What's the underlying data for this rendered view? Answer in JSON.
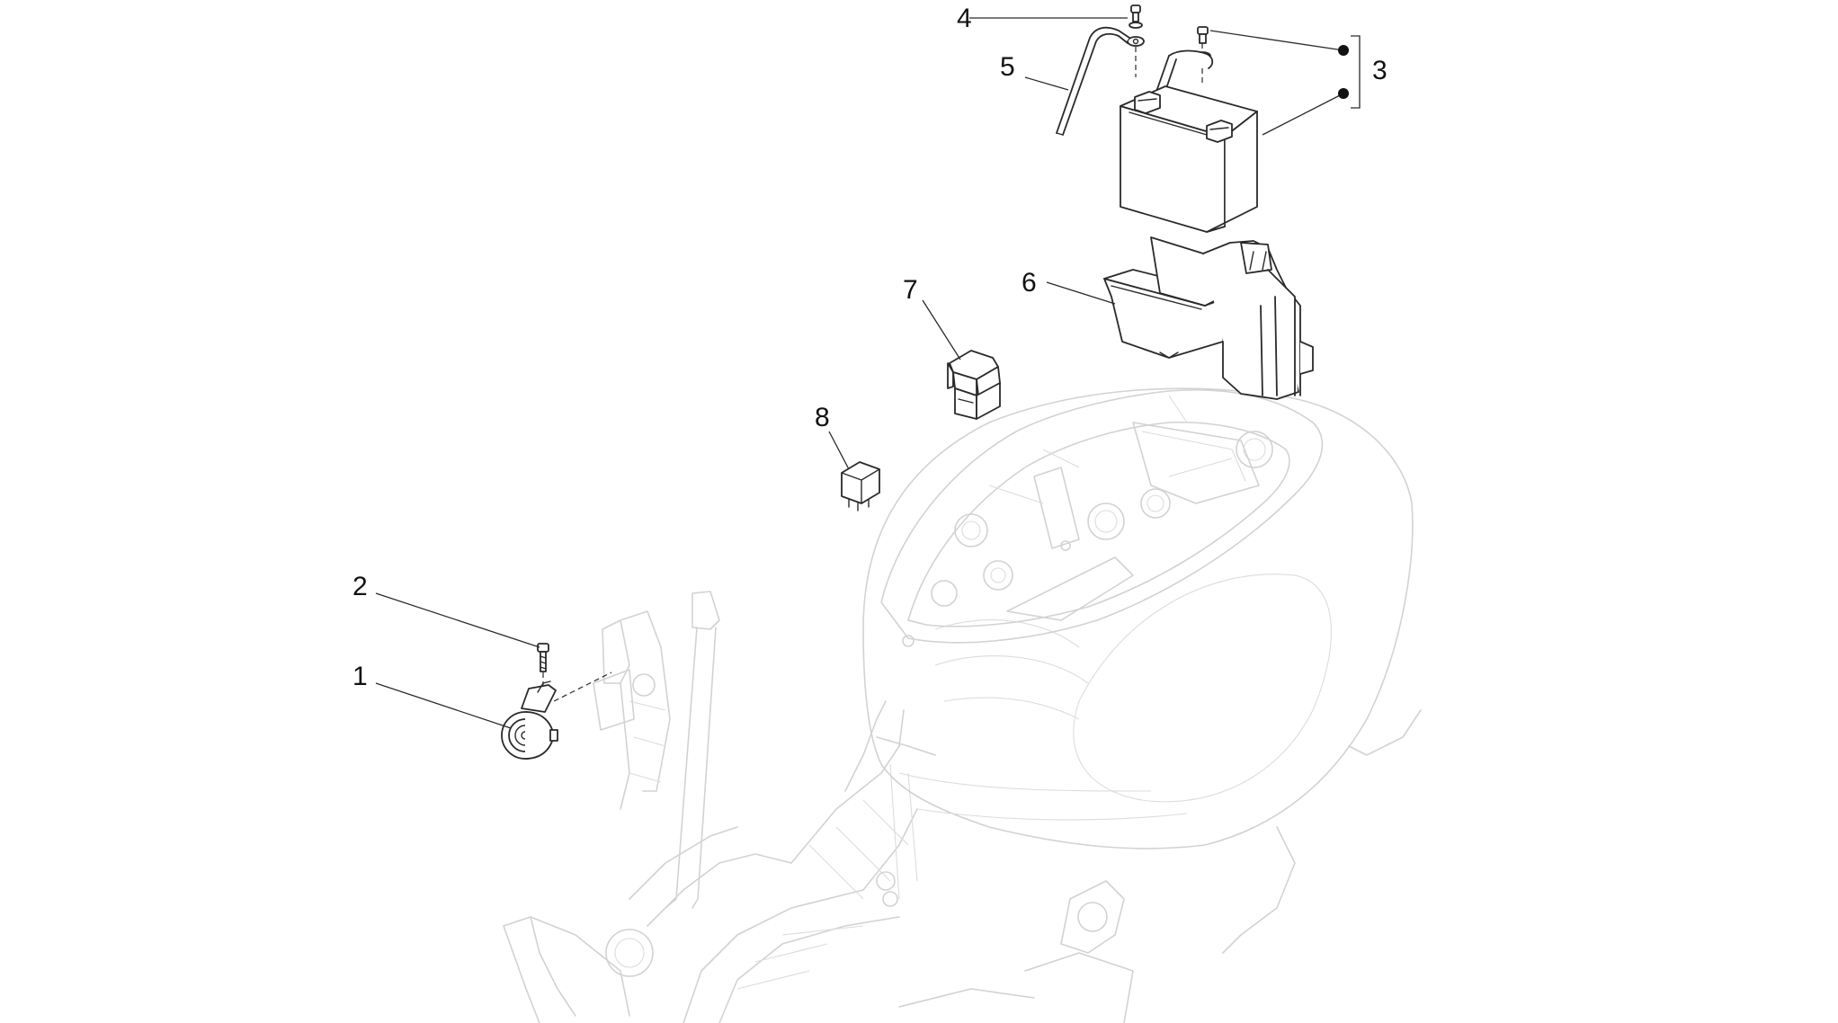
{
  "diagram": {
    "callouts": [
      {
        "id": "c1",
        "label": "1"
      },
      {
        "id": "c2",
        "label": "2"
      },
      {
        "id": "c3",
        "label": "3"
      },
      {
        "id": "c4",
        "label": "4"
      },
      {
        "id": "c5",
        "label": "5"
      },
      {
        "id": "c6",
        "label": "6"
      },
      {
        "id": "c7",
        "label": "7"
      },
      {
        "id": "c8",
        "label": "8"
      }
    ]
  },
  "colors": {
    "background": "#ffffff",
    "part_stroke": "#2a2a2a",
    "frame_stroke": "#d2d2d2",
    "text": "#111111"
  }
}
